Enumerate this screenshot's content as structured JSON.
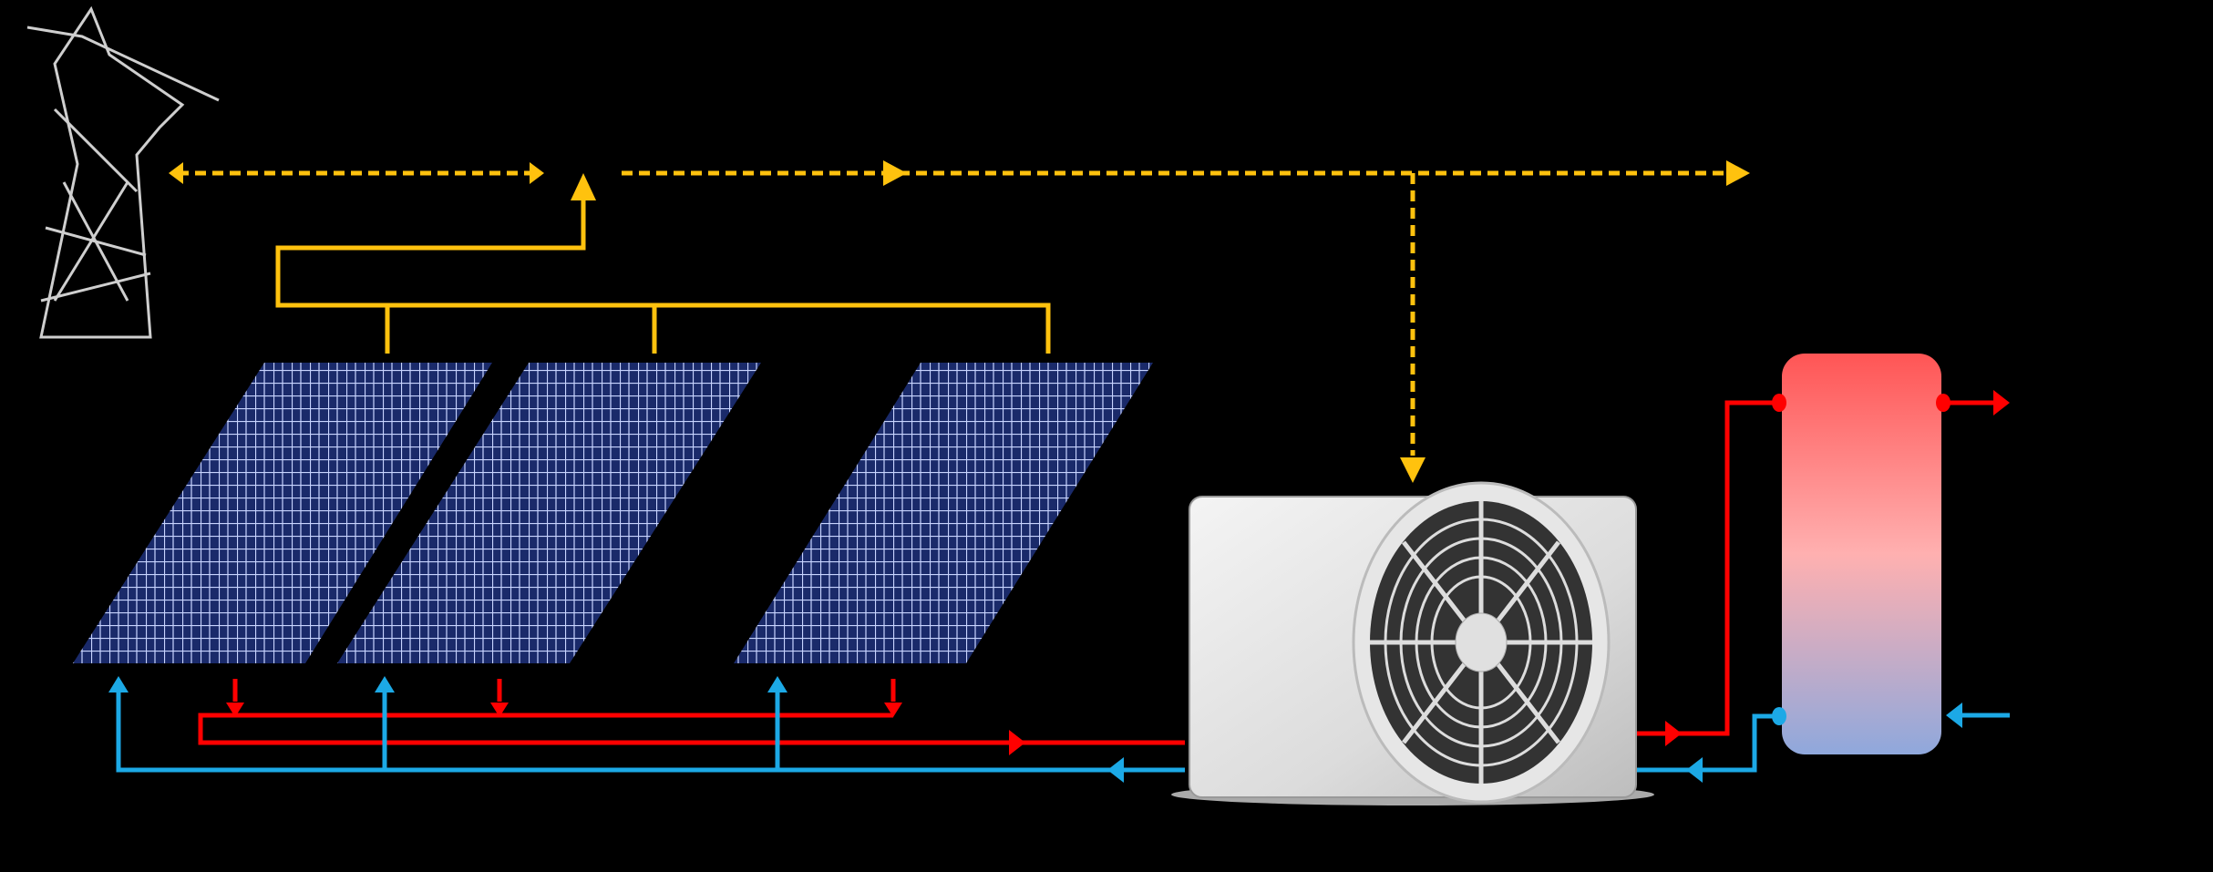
{
  "diagram": {
    "components": [
      "power-grid-tower",
      "pv-panel-array",
      "heat-pump",
      "hot-water-tank"
    ],
    "icons": [
      "tower-icon",
      "solar-panel-icon",
      "heat-pump-icon",
      "water-tank-icon"
    ]
  },
  "colors": {
    "background": "#000000",
    "electric": "#FFC20E",
    "hot": "#FF0000",
    "cold": "#1CA9E6",
    "panel": "#1a2a6a",
    "panel_grid": "#c8d4ff",
    "tank_top": "#FF5555",
    "tank_mid": "#FFB0B0",
    "tank_bottom": "#8FA8DC"
  }
}
